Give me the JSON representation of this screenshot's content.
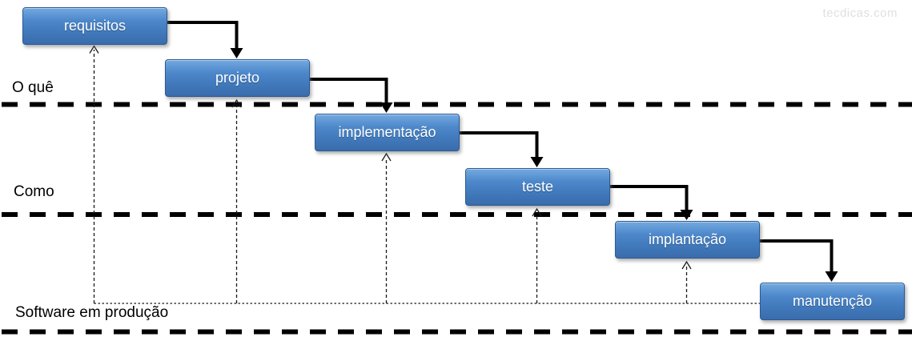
{
  "watermark": {
    "label": "tecdicas.com",
    "color": "#e0e0e0"
  },
  "phases": [
    {
      "label": "requisitos"
    },
    {
      "label": "projeto"
    },
    {
      "label": "implementação"
    },
    {
      "label": "teste"
    },
    {
      "label": "implantação"
    },
    {
      "label": "manutenção"
    }
  ],
  "levels": {
    "what_label": "O quê",
    "how_label": "Como",
    "production_label": "Software em produção"
  },
  "colors": {
    "box_gradient_top": "#74a9e0",
    "box_gradient_bottom": "#3a6cab",
    "box_border": "#2a5a94",
    "box_text": "#ffffff",
    "connector": "#000000",
    "feedback_line": "#1a1a1a",
    "divider_line": "#000000",
    "watermark_text": "#e0e0e0",
    "background": "#ffffff"
  }
}
